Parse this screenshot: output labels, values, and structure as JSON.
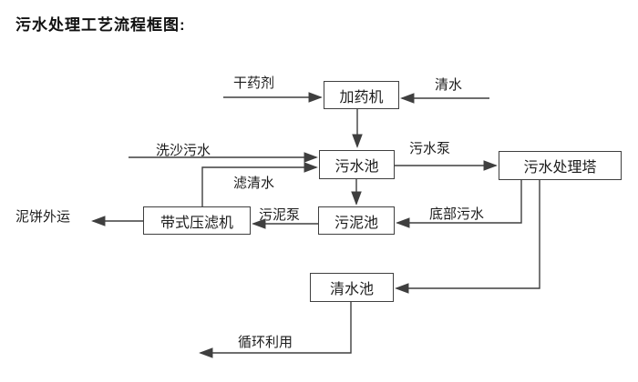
{
  "title": "污水处理工艺流程框图:",
  "diagram": {
    "nodes": {
      "dosing_machine": {
        "label": "加药机"
      },
      "sewage_pool": {
        "label": "污水池"
      },
      "treatment_tower": {
        "label": "污水处理塔"
      },
      "sludge_pool": {
        "label": "污泥池"
      },
      "belt_filter_press": {
        "label": "带式压滤机"
      },
      "clear_water_pool": {
        "label": "清水池"
      }
    },
    "edge_labels": {
      "dry_chemical": {
        "label": "干药剂"
      },
      "clear_water": {
        "label": "清水"
      },
      "sand_washing_sewage": {
        "label": "洗沙污水"
      },
      "filtered_water": {
        "label": "滤清水"
      },
      "sewage_pump": {
        "label": "污水泵"
      },
      "bottom_sewage": {
        "label": "底部污水"
      },
      "sludge_pump": {
        "label": "污泥泵"
      },
      "mud_cake_outbound": {
        "label": "泥饼外运"
      },
      "recycling": {
        "label": "循环利用"
      }
    },
    "colors": {
      "line": "#3f3f3f",
      "text": "#1c1c1c",
      "box_border": "#3f3f3f",
      "background": "#ffffff"
    }
  }
}
